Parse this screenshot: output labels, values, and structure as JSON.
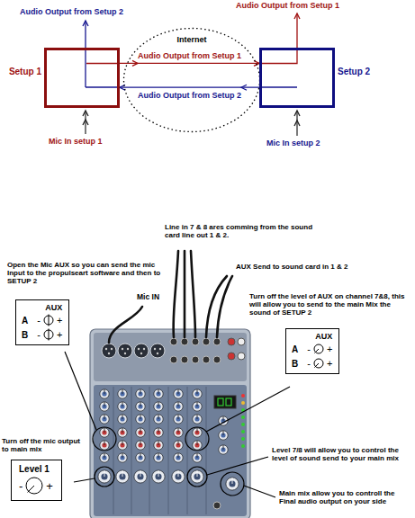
{
  "diagram": {
    "nodes": [
      {
        "text": [
          "Setup 1"
        ]
      },
      {
        "text": [
          "Internet"
        ]
      },
      {
        "text": [
          "Setup 2"
        ]
      },
      {
        "text": [
          "AUX",
          "A",
          "-",
          "+",
          "B",
          "-",
          "+"
        ]
      },
      {
        "text": [
          "AUX",
          "A",
          "-",
          "+",
          "B",
          "-",
          "+"
        ]
      },
      {
        "text": [
          "Level 1",
          "-",
          "+"
        ]
      }
    ],
    "edges": [
      {
        "from": 0,
        "to": 2,
        "label": "Audio Output from Setup 1",
        "arrow": "to"
      },
      {
        "from": 2,
        "to": 0,
        "label": "Audio Output from Setup 2",
        "arrow": "to"
      }
    ],
    "labels": [
      "Audio Output from Setup 2",
      "Audio Output from Setup 1",
      "Mic In setup 1",
      "Mic In setup 2",
      "Line in 7 & 8 ares comming from the sound card line out 1 & 2.",
      "Open the Mic AUX so you can send the mic Input to the propulseart software and then to SETUP 2",
      "AUX Send to sound card in 1 & 2",
      "Mic IN",
      "Turn off the level of AUX on channel 7&8, this will allow you to send to the main Mix the sound of SETUP 2",
      "Turn off the mic output to main mix",
      "Level 7/8 will allow you to control the level of sound send to your main mix",
      "Main mix allow you to controll the Final audio output on your side"
    ]
  }
}
